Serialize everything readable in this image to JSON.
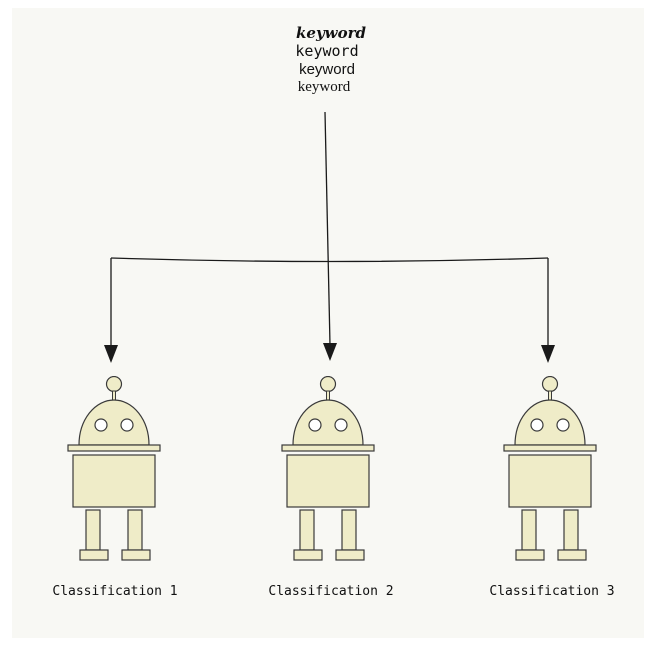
{
  "keywords": [
    "keyword",
    "keyword",
    "keyword",
    "keyword"
  ],
  "classifications": [
    "Classification 1",
    "Classification 2",
    "Classification 3"
  ],
  "colors": {
    "background": "#f8f8f4",
    "robot_fill": "#efecc8",
    "outline": "#3a3a3a",
    "arrow": "#1a1a1a"
  }
}
